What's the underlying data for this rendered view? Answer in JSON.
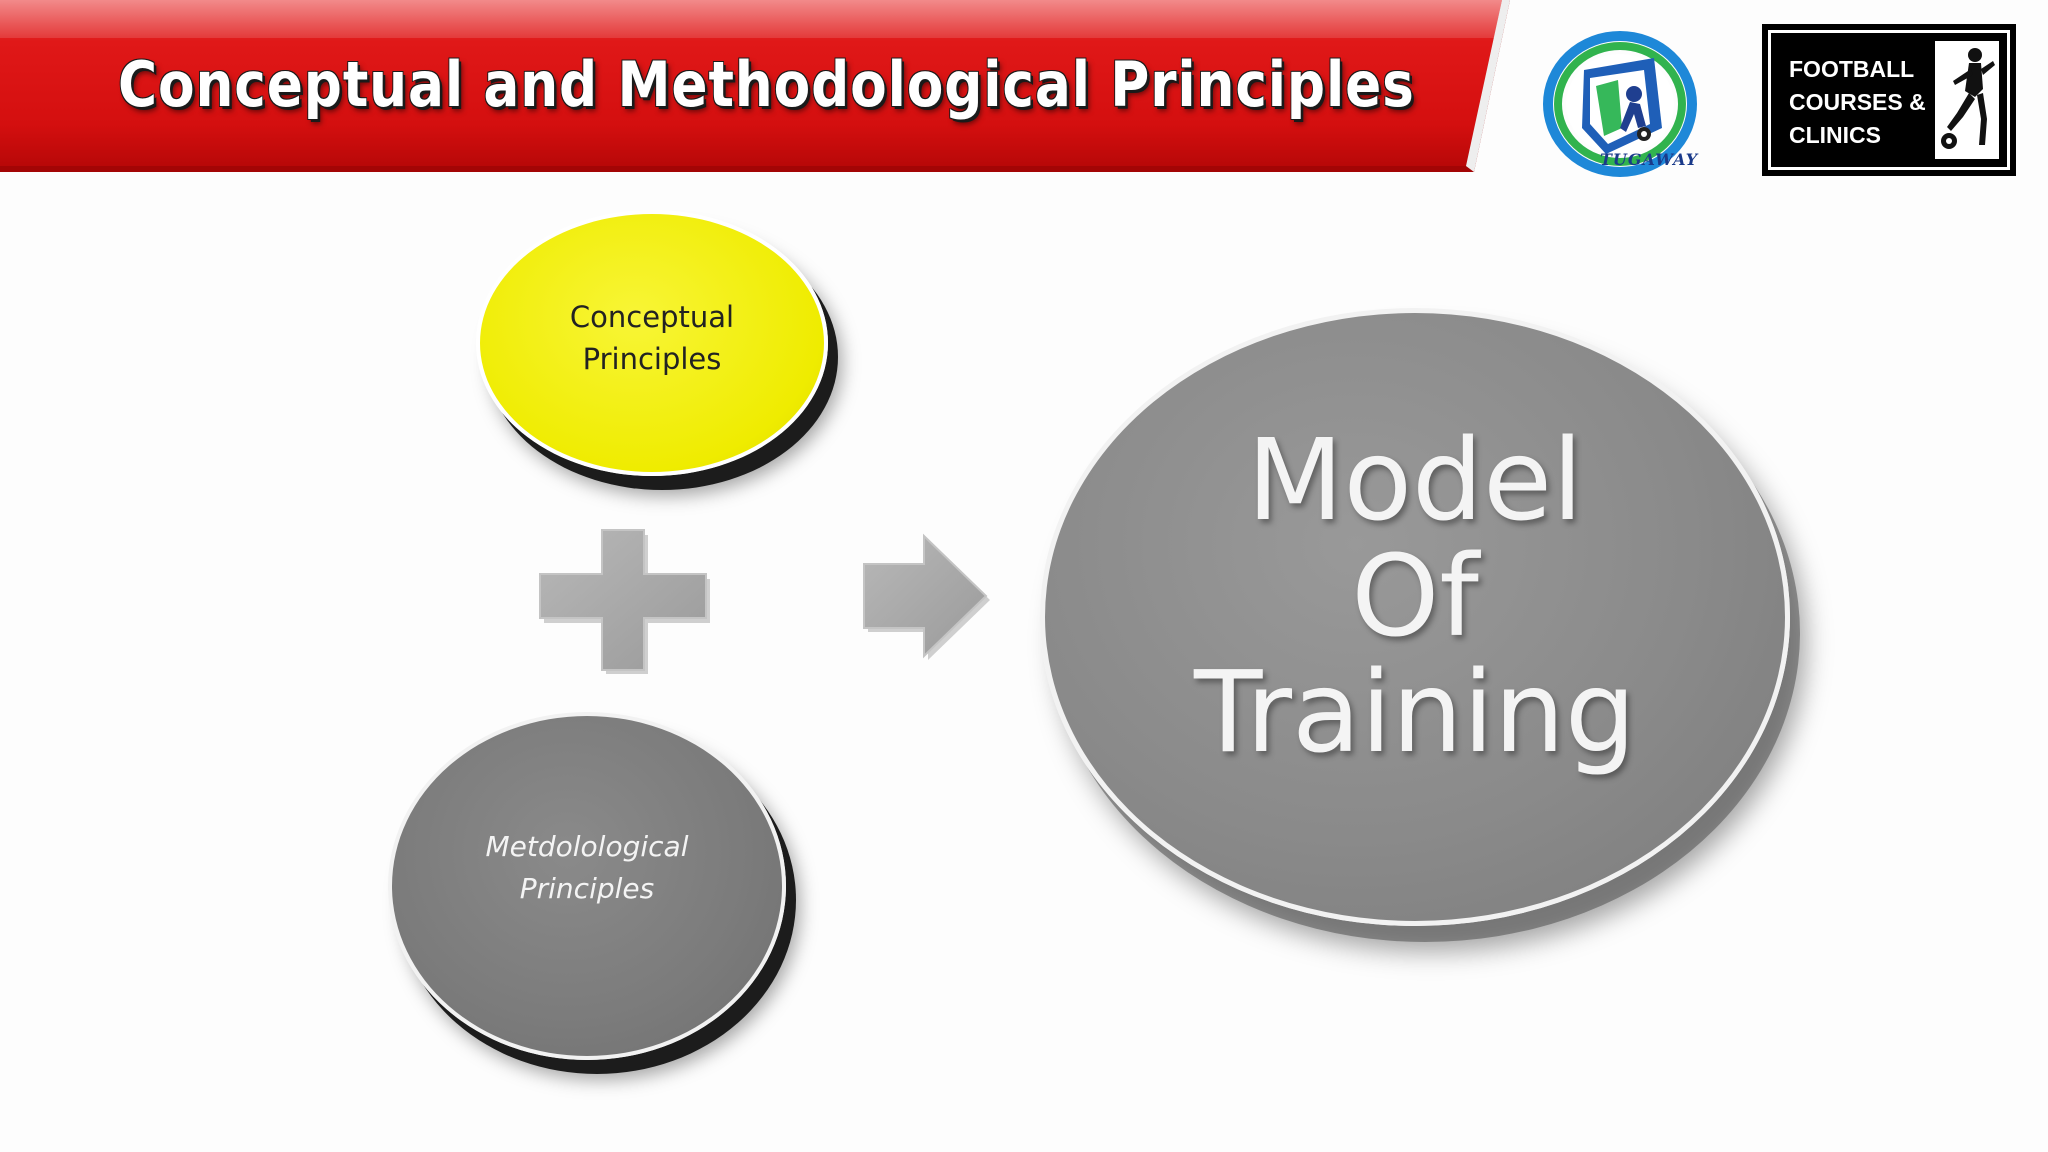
{
  "header": {
    "title": "Conceptual and Methodological Principles",
    "banner_color": "#d81414"
  },
  "logos": {
    "tugaway": {
      "text": "TUGAWAY",
      "icon": "tugaway-logo-icon"
    },
    "football_clinics": {
      "lines": [
        "FOOTBALL",
        "COURSES &",
        "CLINICS"
      ],
      "icon": "football-player-icon"
    }
  },
  "diagram": {
    "conceptual": {
      "lines": [
        "Conceptual",
        "Principles"
      ],
      "color": "#efec00"
    },
    "methodological": {
      "lines": [
        "Metdolological",
        "Principles"
      ],
      "color": "#7b7b7b"
    },
    "result": {
      "lines": [
        "Model",
        "Of",
        "Training"
      ],
      "color": "#8a8a8a"
    },
    "plus_icon": "plus-icon",
    "arrow_icon": "right-arrow-icon"
  }
}
